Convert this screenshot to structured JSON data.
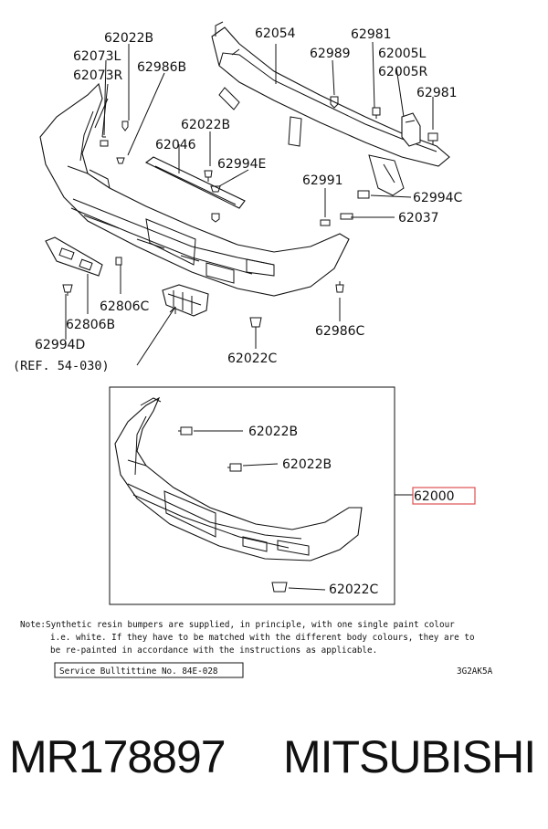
{
  "labels": {
    "l62054": "62054",
    "l62981a": "62981",
    "l62022Ba": "62022B",
    "l62989": "62989",
    "l62005L": "62005L",
    "l62073L": "62073L",
    "l62986B": "62986B",
    "l62005R": "62005R",
    "l62073R": "62073R",
    "l62981b": "62981",
    "l62022Bb": "62022B",
    "l62046": "62046",
    "l62994E": "62994E",
    "l62991": "62991",
    "l62994C": "62994C",
    "l62037": "62037",
    "l62806C": "62806C",
    "l62806B": "62806B",
    "l62986C": "62986C",
    "l62994D": "62994D",
    "l62022Cb": "62022C",
    "ref": "(REF. 54-030)",
    "l62022Bc": "62022B",
    "l62022Bd": "62022B",
    "l62000": "62000",
    "l62022Cc": "62022C"
  },
  "note": {
    "line1": "Note:Synthetic resin bumpers are supplied, in principle, with one single paint colour",
    "line2": "i.e. white. If they have to be matched with the different body colours, they are to",
    "line3": "be re-painted in accordance with the instructions as applicable."
  },
  "service_bulletin": "Service Bulltittine No. 84E-028",
  "code": "3G2AK5A",
  "footer": {
    "part_number": "MR178897",
    "brand": "MITSUBISHI"
  },
  "colors": {
    "highlight": "#e05050"
  }
}
